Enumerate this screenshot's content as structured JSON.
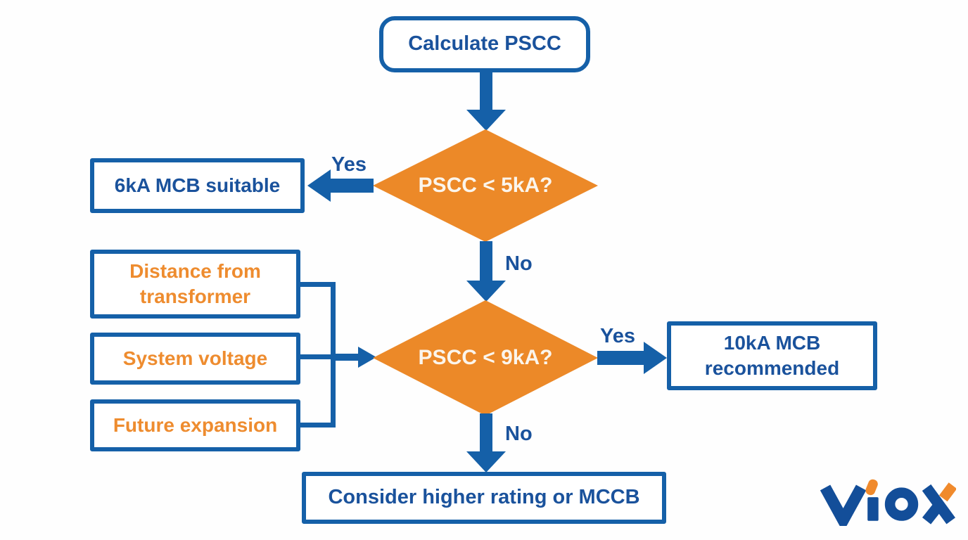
{
  "palette": {
    "blue": "#1560A8",
    "navy_text": "#1A529C",
    "orange": "#EC8928",
    "orange_text": "#EE8C2F",
    "diamond_text": "#FBF5EC",
    "logo_blue": "#134E99",
    "logo_orange": "#F08A2C",
    "background": "#FEFEFE"
  },
  "flowchart": {
    "start": {
      "label": "Calculate PSCC"
    },
    "decision1": {
      "label": "PSCC < 5kA?",
      "yes_label": "Yes",
      "no_label": "No"
    },
    "result_6ka": {
      "label": "6kA MCB suitable"
    },
    "factors": [
      {
        "label": "Distance from transformer"
      },
      {
        "label": "System voltage"
      },
      {
        "label": "Future expansion"
      }
    ],
    "decision2": {
      "label": "PSCC < 9kA?",
      "yes_label": "Yes",
      "no_label": "No"
    },
    "result_10ka": {
      "label": "10kA MCB recommended"
    },
    "result_fallback": {
      "label": "Consider higher rating or MCCB"
    }
  },
  "logo": {
    "text": "VIOX"
  }
}
